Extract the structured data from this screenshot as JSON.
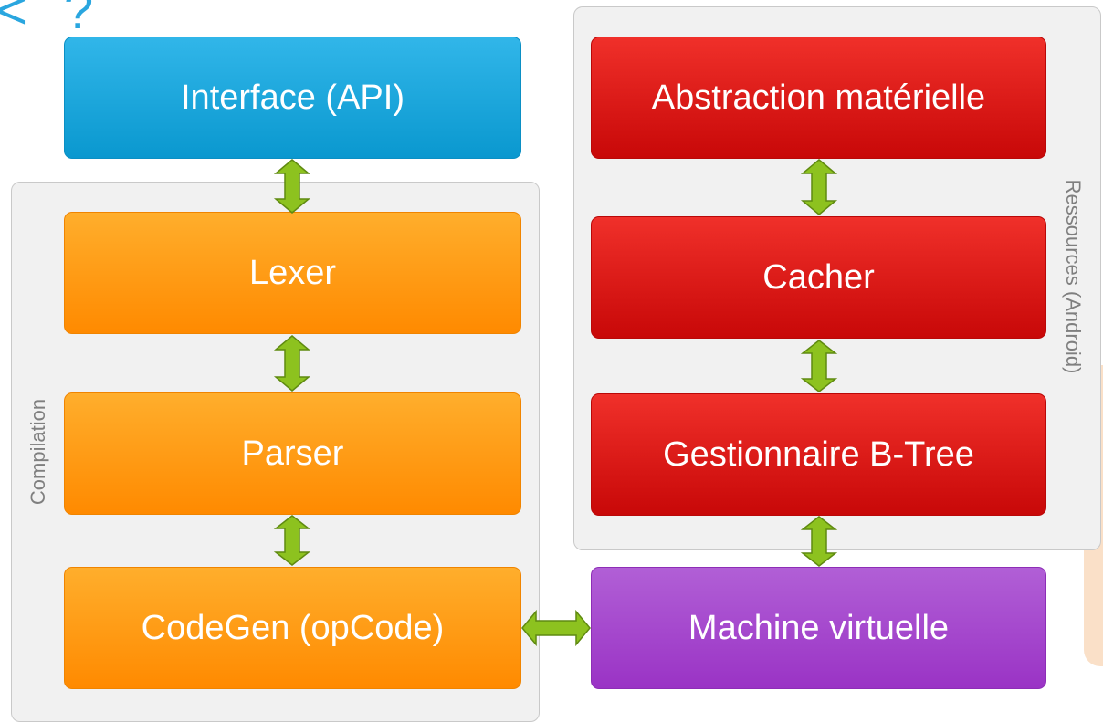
{
  "partial_heading": "< ?",
  "groups": {
    "compilation": "Compilation",
    "resources": "Ressources (Android)"
  },
  "boxes": {
    "interface": "Interface (API)",
    "lexer": "Lexer",
    "parser": "Parser",
    "codegen": "CodeGen (opCode)",
    "hardware_abstraction": "Abstraction matérielle",
    "cacher": "Cacher",
    "btree_manager": "Gestionnaire B-Tree",
    "virtual_machine": "Machine virtuelle"
  },
  "colors": {
    "interface_blue": "#1aa5dc",
    "compilation_orange": "#ff9a14",
    "resources_red": "#e01818",
    "vm_purple": "#a645cf",
    "arrow_green": "#8dc21f",
    "group_background": "#f1f1f1",
    "group_label_gray": "#7f7f7f"
  },
  "connector_icon": "double-headed-arrow"
}
